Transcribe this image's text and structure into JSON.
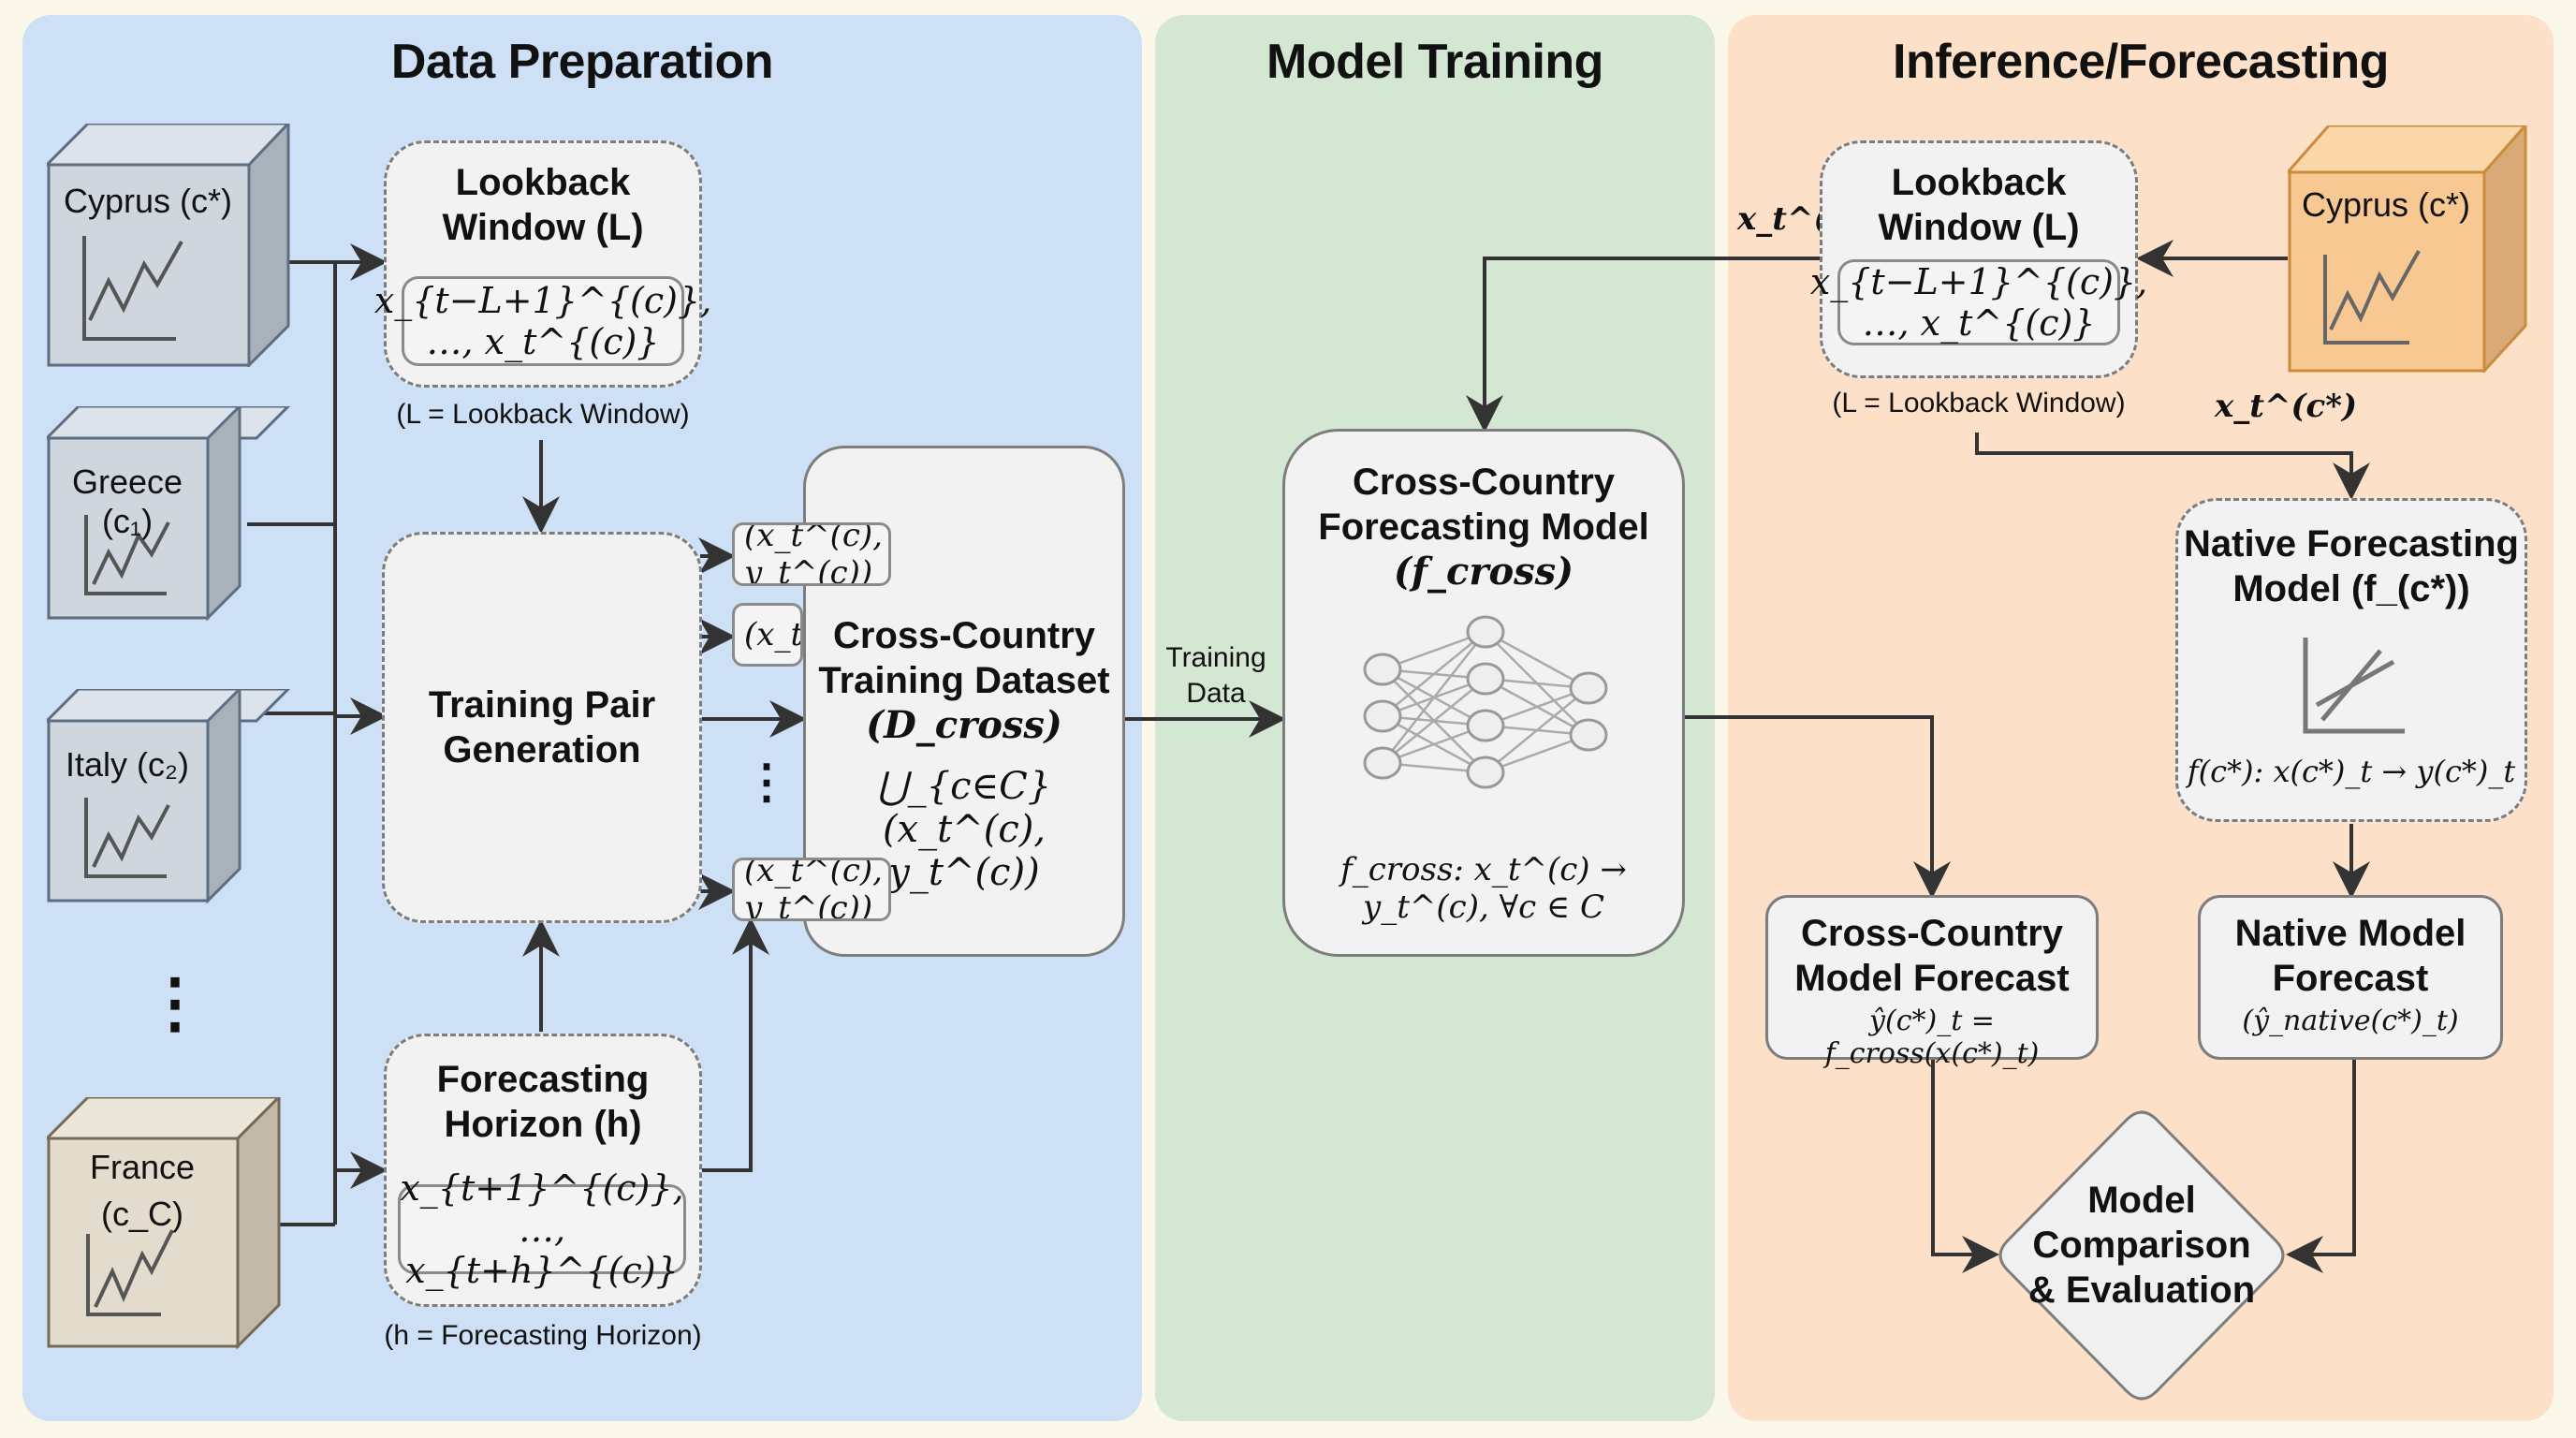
{
  "panels": {
    "data_preparation": {
      "title": "Data Preparation",
      "color": "#cde0f5"
    },
    "model_training": {
      "title": "Model Training",
      "color": "#d4e7d3"
    },
    "inference": {
      "title": "Inference/Forecasting",
      "color": "#fde0c8"
    }
  },
  "countries": [
    {
      "name": "Cyprus",
      "symbol": "c*",
      "color": "#cfd6de"
    },
    {
      "name": "Greece",
      "symbol": "c₁",
      "color": "#cfd6de"
    },
    {
      "name": "Italy",
      "symbol": "c₂",
      "color": "#cfd6de"
    },
    {
      "name": "France",
      "symbol": "c_C",
      "color": "#e3dccd"
    }
  ],
  "country_labels": {
    "cyprus": "Cyprus (c*)",
    "greece": "Greece (c₁)",
    "italy": "Italy (c₂)",
    "france_line1": "France",
    "france_line2": "(c_C)",
    "ellipsis": "⋮"
  },
  "lookback": {
    "title_line1": "Lookback",
    "title_line2": "Window (L)",
    "formula": "x_{t−L+1}^{(c)}, …, x_t^{(c)}",
    "caption": "(L = Lookback Window)"
  },
  "training_pair": {
    "title_line1": "Training Pair",
    "title_line2": "Generation"
  },
  "horizon": {
    "title_line1": "Forecasting",
    "title_line2": "Horizon (h)",
    "formula": "x_{t+1}^{(c)}, …, x_{t+h}^{(c)}",
    "caption": "(h = Forecasting Horizon)"
  },
  "pairs": [
    "(x_t^(c), y_t^(c))",
    "(x_t^(c)",
    "(x_t^(c), y_t^(c))"
  ],
  "pairs_ellipsis": "⋮",
  "dataset": {
    "title_line1": "Cross-Country",
    "title_line2": "Training Dataset",
    "title_line3": "(D_cross)",
    "formula": "⋃_{c∈C} (x_t^(c), y_t^(c))"
  },
  "training_data_label_line1": "Training",
  "training_data_label_line2": "Data",
  "cross_model": {
    "title_line1": "Cross-Country",
    "title_line2": "Forecasting Model",
    "title_line3": "(f_cross)",
    "formula": "f_cross: x_t^(c) → y_t^(c), ∀c ∈ C",
    "icon": "neural-network-icon"
  },
  "inference": {
    "input_label": "x_t^(c*)",
    "native_input_label": "x_t^(c*)",
    "lookback_title_line1": "Lookback",
    "lookback_title_line2": "Window (L)",
    "lookback_formula": "x_{t−L+1}^{(c)}, …, x_t^{(c)}",
    "lookback_caption": "(L = Lookback Window)",
    "country": "Cyprus (c*)",
    "country_color": "#f7c891",
    "native_model": {
      "title_line1": "Native Forecasting",
      "title_line2": "Model (f_(c*))",
      "formula": "f(c*): x(c*)_t → y(c*)_t",
      "icon": "regression-chart-icon"
    },
    "cross_forecast": {
      "title_line1": "Cross-Country",
      "title_line2": "Model Forecast",
      "formula": "ŷ(c*)_t = f_cross(x(c*)_t)"
    },
    "native_forecast": {
      "title_line1": "Native Model",
      "title_line2": "Forecast",
      "formula": "(ŷ_native(c*)_t)"
    },
    "evaluation": {
      "line1": "Model",
      "line2": "Comparison",
      "line3": "& Evaluation"
    }
  }
}
